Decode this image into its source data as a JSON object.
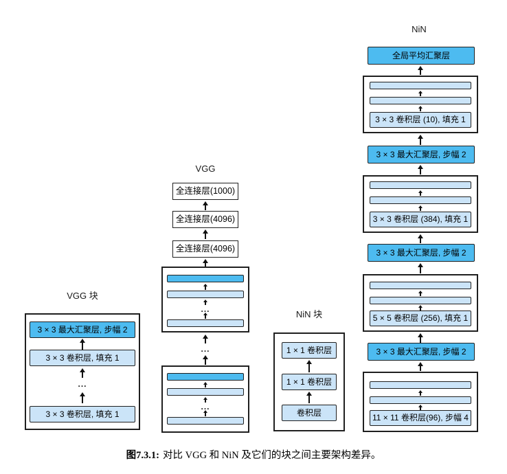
{
  "colors": {
    "accent_dark_blue": "#4DBBF0",
    "accent_light_blue": "#CBE4F8",
    "border": "#1F1F1F",
    "background": "#FFFFFF"
  },
  "diagram": {
    "vgg_block": {
      "title": "VGG 块",
      "maxpool": "3 × 3 最大汇聚层, 步幅 2",
      "conv_upper": "3 × 3 卷积层, 填充 1",
      "ellipsis": "...",
      "conv_lower": "3 × 3 卷积层, 填充 1"
    },
    "vgg": {
      "title": "VGG",
      "fc_1000": "全连接层(1000)",
      "fc_4096_a": "全连接层(4096)",
      "fc_4096_b": "全连接层(4096)",
      "ellipsis": "..."
    },
    "nin_block": {
      "title": "NiN 块",
      "conv_1x1_upper": "1 × 1 卷积层",
      "conv_1x1_lower": "1 × 1 卷积层",
      "conv": "卷积层"
    },
    "nin": {
      "title": "NiN",
      "global_avg_pool": "全局平均汇聚层",
      "maxpool": "3 × 3 最大汇聚层, 步幅 2",
      "conv_10": "3 × 3 卷积层 (10), 填充 1",
      "conv_384": "3 × 3 卷积层 (384), 填充 1",
      "conv_256": "5 × 5 卷积层 (256), 填充 1",
      "conv_96": "11 × 11 卷积层(96), 步幅 4"
    }
  },
  "caption": {
    "label": "图7.3.1:",
    "text": "对比 VGG 和 NiN 及它们的块之间主要架构差异。"
  }
}
